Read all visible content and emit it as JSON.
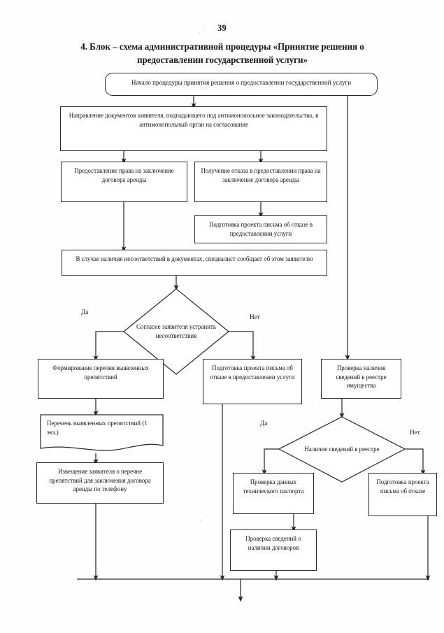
{
  "page": {
    "number": "39",
    "title": "4. Блок – схема административной процедуры «Принятие решения о предоставлении государственной услуги»"
  },
  "flowchart": {
    "type": "flowchart",
    "nodes": [
      {
        "id": "start",
        "shape": "rounded-rectangle",
        "label": "Начало процедуры принятия решения о предоставлении государственной услуги"
      },
      {
        "id": "send-docs",
        "shape": "rectangle",
        "label": "Направление документов заявителя, подпадающего под антимонопольное законодательство, в антимонопольный орган на согласование"
      },
      {
        "id": "grant-right",
        "shape": "rectangle",
        "label": "Предоставление права на заключение договора аренды"
      },
      {
        "id": "refusal-received",
        "shape": "rectangle",
        "label": "Получение отказа в предоставлении права на заключение договора аренды"
      },
      {
        "id": "prepare-refusal-letter",
        "shape": "rectangle",
        "label": "Подготовка проекта письма об отказе в предоставлении услуги"
      },
      {
        "id": "notify-discrepancies",
        "shape": "rectangle",
        "label": "В случае наличия несоответствий в документах, специалист сообщает об этом заявителю"
      },
      {
        "id": "consent-decision",
        "shape": "diamond",
        "label": "Согласие заявителя устранить несоответствия"
      },
      {
        "id": "form-obstacles-list",
        "shape": "rectangle",
        "label": "Формирование перечня выявленных препятствий"
      },
      {
        "id": "prepare-refusal-letter-2",
        "shape": "rectangle",
        "label": "Подготовка проекта письма об отказе в предоставлении услуги"
      },
      {
        "id": "check-registry",
        "shape": "rectangle",
        "label": "Проверка наличия сведений в реестре имущества"
      },
      {
        "id": "obstacles-document",
        "shape": "document",
        "label": "Перечень выявленных препятствий (1 экз.)"
      },
      {
        "id": "registry-decision",
        "shape": "diamond",
        "label": "Наличие сведений в реестре"
      },
      {
        "id": "notify-applicant-phone",
        "shape": "rectangle",
        "label": "Извещение заявителя о перечне препятствий для заключения договора аренды по телефону"
      },
      {
        "id": "check-tech-passport",
        "shape": "rectangle",
        "label": "Проверка данных технического паспорта"
      },
      {
        "id": "prepare-refusal-short",
        "shape": "rectangle",
        "label": "Подготовка проекта письма об отказе"
      },
      {
        "id": "check-contracts",
        "shape": "rectangle",
        "label": "Проверка сведений о наличии договоров"
      }
    ],
    "branch_labels": {
      "consent_yes": "Да",
      "consent_no": "Нет",
      "registry_yes": "Да",
      "registry_no": "Нет"
    },
    "edges": [
      {
        "from": "start",
        "to": "send-docs"
      },
      {
        "from": "start",
        "to": "check-registry"
      },
      {
        "from": "send-docs",
        "to": "grant-right"
      },
      {
        "from": "send-docs",
        "to": "refusal-received"
      },
      {
        "from": "refusal-received",
        "to": "prepare-refusal-letter"
      },
      {
        "from": "grant-right",
        "to": "notify-discrepancies"
      },
      {
        "from": "notify-discrepancies",
        "to": "consent-decision"
      },
      {
        "from": "consent-decision",
        "to": "form-obstacles-list",
        "label": "Да"
      },
      {
        "from": "consent-decision",
        "to": "prepare-refusal-letter-2",
        "label": "Нет"
      },
      {
        "from": "form-obstacles-list",
        "to": "obstacles-document"
      },
      {
        "from": "obstacles-document",
        "to": "notify-applicant-phone"
      },
      {
        "from": "check-registry",
        "to": "registry-decision"
      },
      {
        "from": "registry-decision",
        "to": "check-tech-passport",
        "label": "Да"
      },
      {
        "from": "registry-decision",
        "to": "prepare-refusal-short",
        "label": "Нет"
      },
      {
        "from": "check-tech-passport",
        "to": "check-contracts"
      },
      {
        "from": "notify-applicant-phone",
        "to": "collector"
      },
      {
        "from": "prepare-refusal-letter-2",
        "to": "collector"
      },
      {
        "from": "check-contracts",
        "to": "collector"
      },
      {
        "from": "prepare-refusal-short",
        "to": "collector"
      }
    ]
  },
  "colors": {
    "stroke": "#2a2a2a",
    "text": "#111111",
    "background": "#ffffff"
  }
}
